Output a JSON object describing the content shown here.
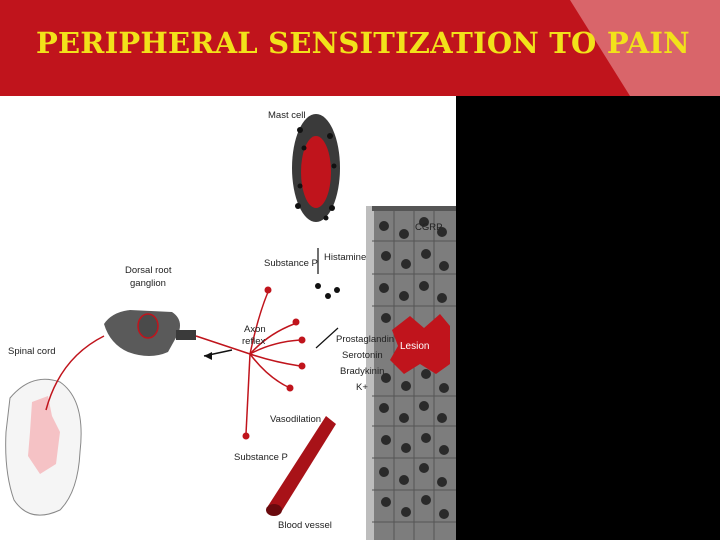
{
  "slide": {
    "title": "PERIPHERAL SENSITIZATION TO PAIN",
    "colors": {
      "header_bg": "#c0141c",
      "title_text": "#f2e21a",
      "panel_bg": "#000000",
      "lesion": "#c0141c"
    }
  },
  "diagram": {
    "labels": {
      "mast_cell": "Mast cell",
      "cgrp": "CGRP",
      "substance_p_top": "Substance P",
      "histamine": "Histamine",
      "dorsal_root_ganglion_1": "Dorsal root",
      "dorsal_root_ganglion_2": "ganglion",
      "axon_reflex_1": "Axon",
      "axon_reflex_2": "reflex",
      "spinal_cord": "Spinal cord",
      "prostaglandin": "Prostaglandin",
      "serotonin": "Serotonin",
      "bradykinin": "Bradykinin",
      "k_plus": "K+",
      "lesion": "Lesion",
      "vasodilation": "Vasodilation",
      "substance_p_bottom": "Substance P",
      "blood_vessel": "Blood vessel"
    }
  }
}
